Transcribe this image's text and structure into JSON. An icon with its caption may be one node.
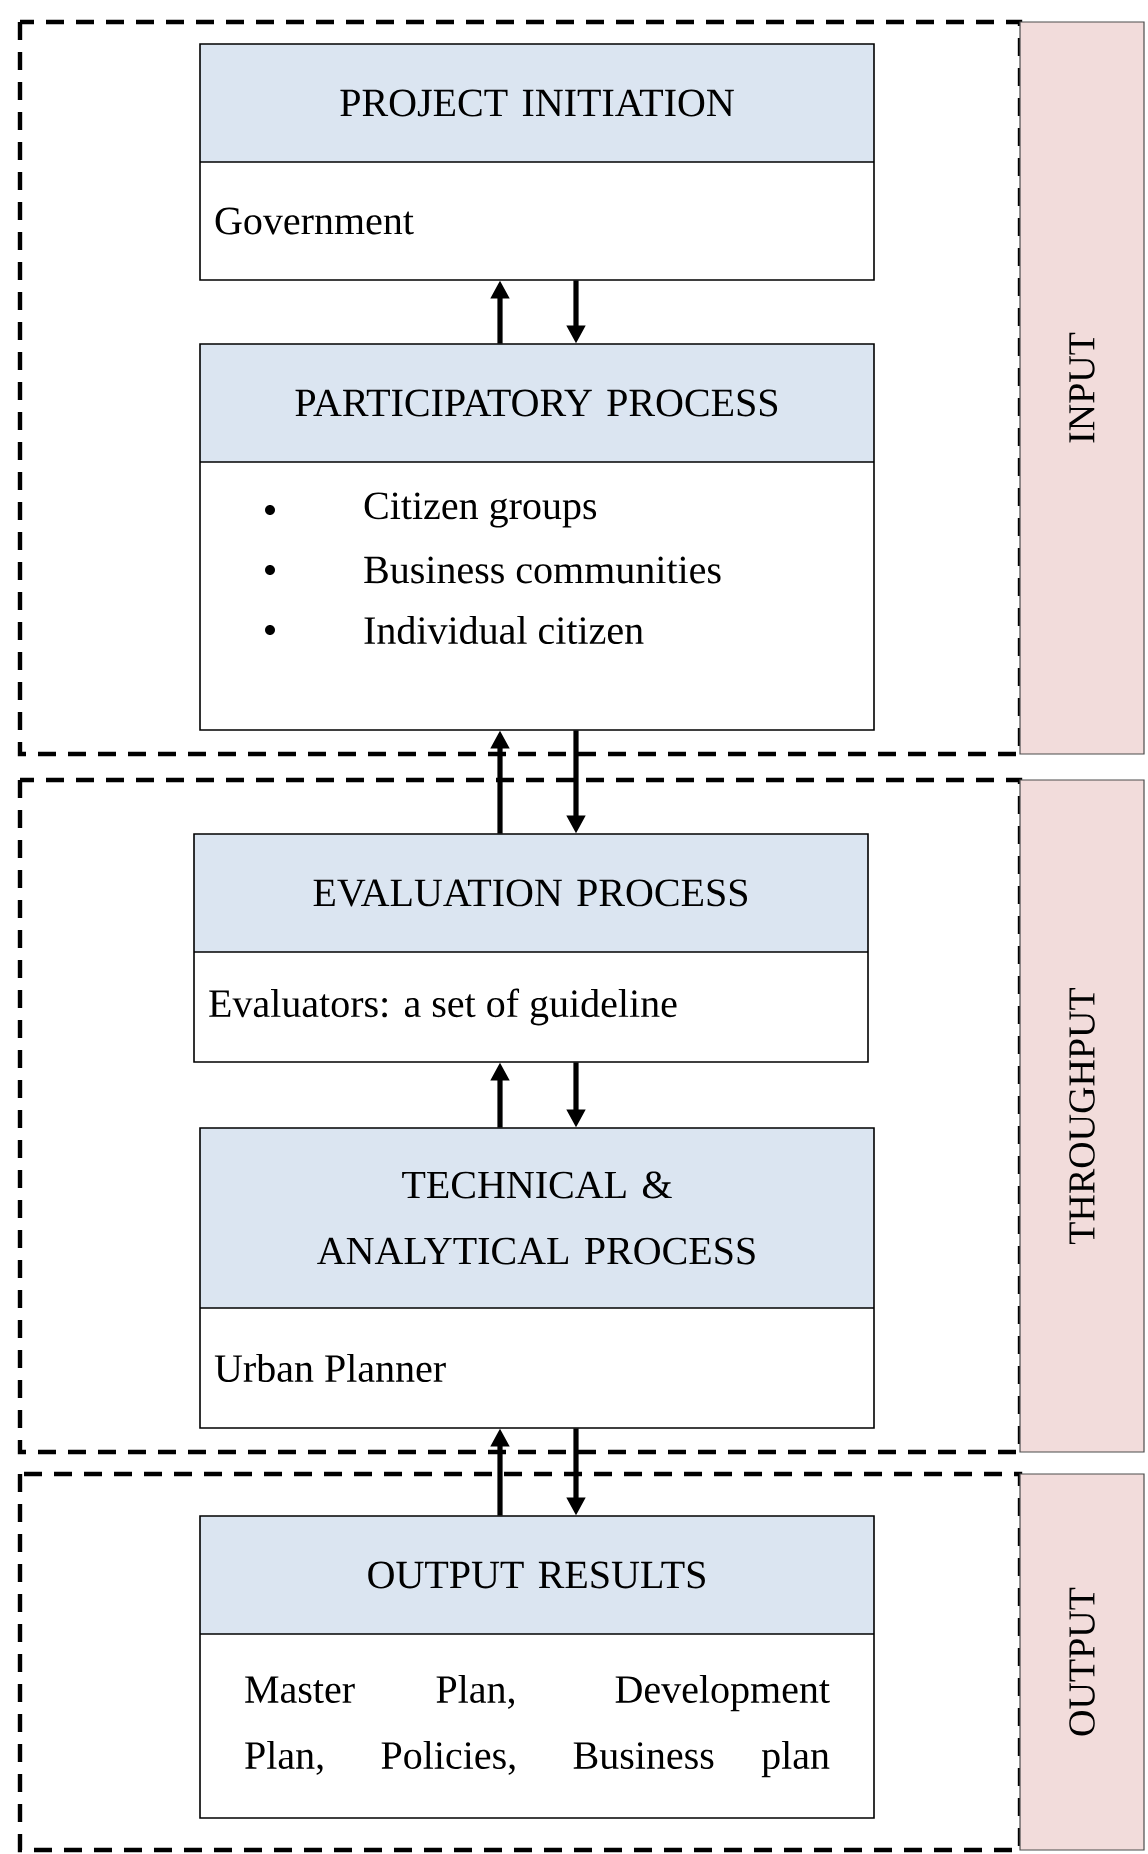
{
  "diagram": {
    "nodes": [
      {
        "text": [
          "INPUT"
        ]
      },
      {
        "text": [
          "PROJECT INITIATION",
          "Government"
        ],
        "in": 0
      },
      {
        "text": [
          "PARTICIPATORY PROCESS",
          "Citizen groups",
          "Business communities",
          "Individual citizen"
        ],
        "in": 0
      },
      {
        "text": [
          "THROUGHPUT"
        ]
      },
      {
        "text": [
          "EVALUATION PROCESS",
          "Evaluators: a set of guideline"
        ],
        "in": 3
      },
      {
        "text": [
          "TECHNICAL & ANALYTICAL PROCESS",
          "Urban Planner"
        ],
        "in": 3
      },
      {
        "text": [
          "OUTPUT"
        ]
      },
      {
        "text": [
          "OUTPUT RESULTS",
          "Master Plan, Development Plan, Policies, Business plan"
        ],
        "in": 6
      }
    ],
    "edges": [
      {
        "from": 2,
        "to": 1,
        "arrow": "to"
      },
      {
        "from": 1,
        "to": 2,
        "arrow": "to"
      },
      {
        "from": 4,
        "to": 2,
        "arrow": "to"
      },
      {
        "from": 2,
        "to": 4,
        "arrow": "to"
      },
      {
        "from": 5,
        "to": 4,
        "arrow": "to"
      },
      {
        "from": 4,
        "to": 5,
        "arrow": "to"
      },
      {
        "from": 7,
        "to": 5,
        "arrow": "to"
      },
      {
        "from": 5,
        "to": 7,
        "arrow": "to"
      }
    ]
  }
}
